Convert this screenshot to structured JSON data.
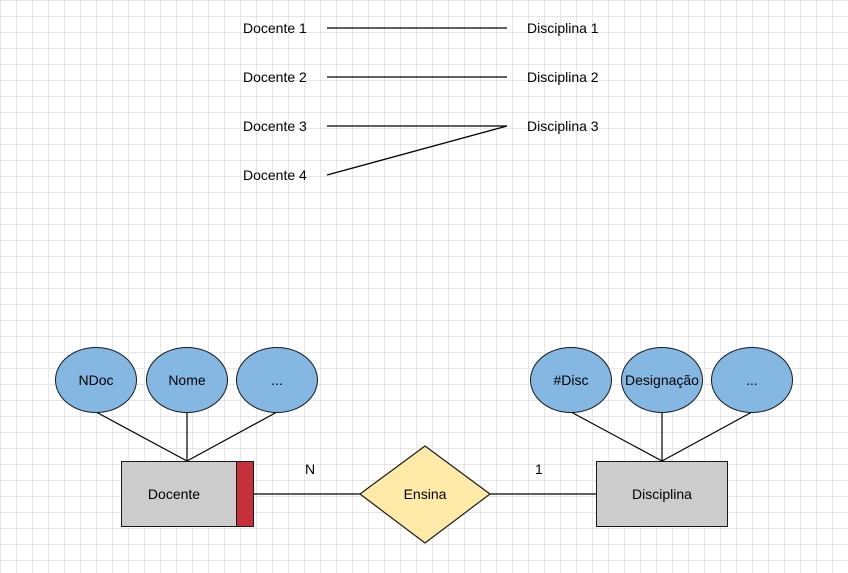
{
  "mapping": {
    "docentes": [
      "Docente 1",
      "Docente 2",
      "Docente 3",
      "Docente 4"
    ],
    "disciplinas": [
      "Disciplina 1",
      "Disciplina 2",
      "Disciplina 3"
    ]
  },
  "er": {
    "docente": {
      "entity_label": "Docente",
      "attributes": [
        "NDoc",
        "Nome",
        "..."
      ],
      "cardinality": "N"
    },
    "relationship": {
      "label": "Ensina"
    },
    "disciplina": {
      "entity_label": "Disciplina",
      "attributes": [
        "#Disc",
        "Designação",
        "..."
      ],
      "cardinality": "1"
    }
  },
  "colors": {
    "attribute_fill": "#84b8e3",
    "entity_fill": "#cccccc",
    "weak_marker": "#c6303a",
    "relationship_fill": "#ffeaa7",
    "grid": "#e6e6e6"
  }
}
